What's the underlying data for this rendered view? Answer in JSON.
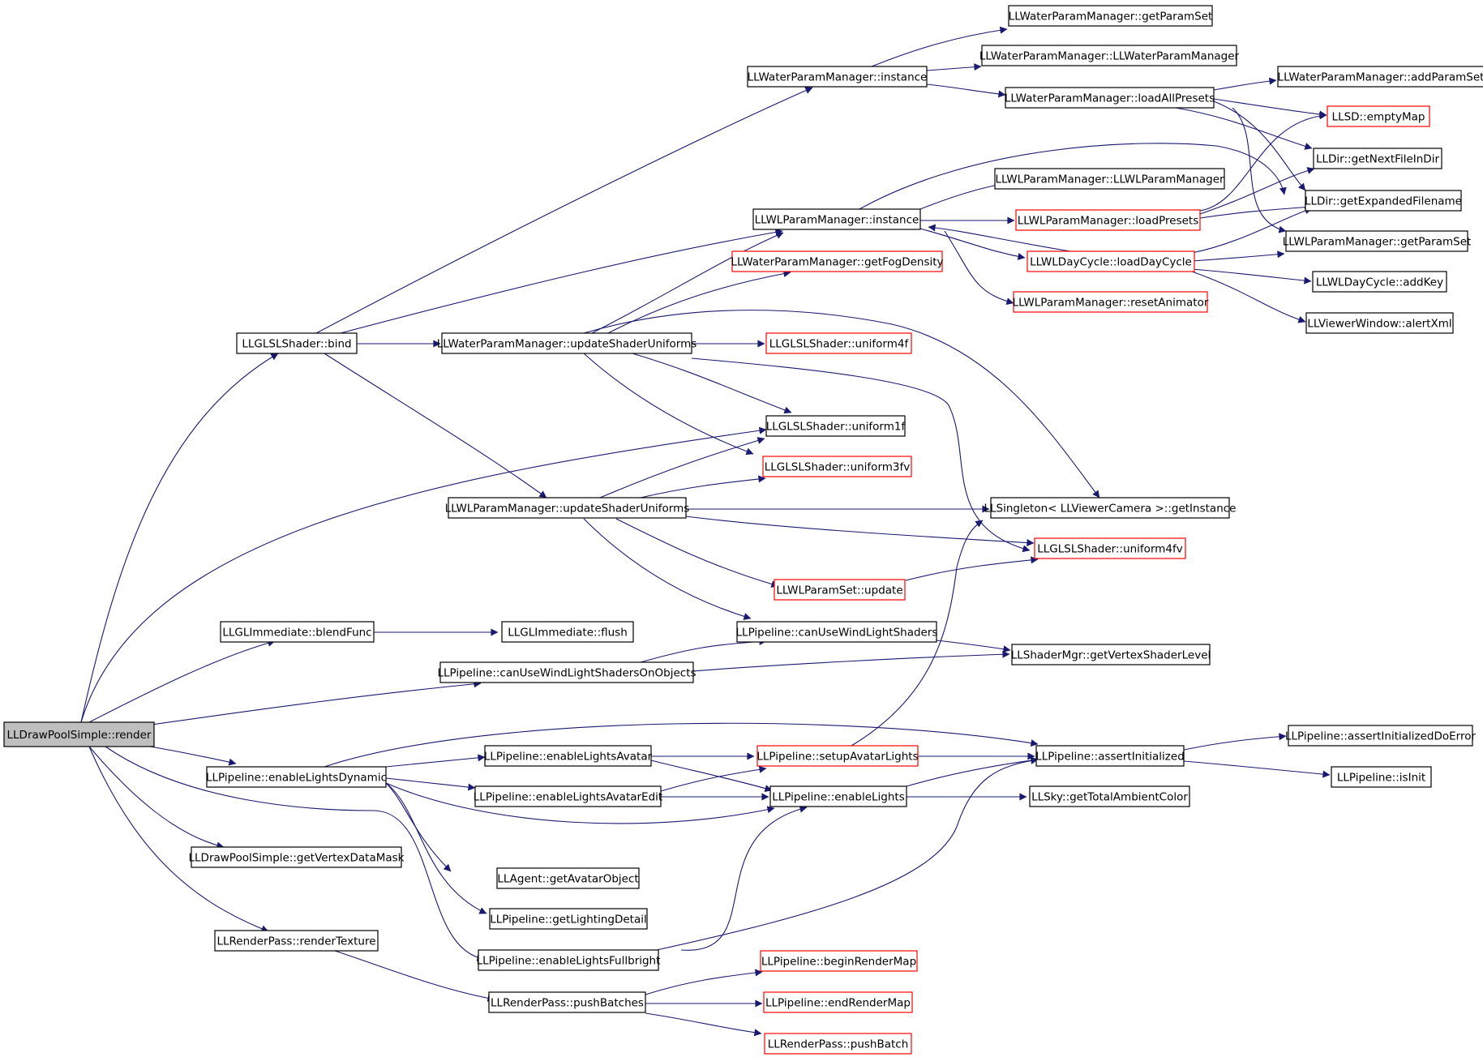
{
  "graph": {
    "colors": {
      "edge": "#191970",
      "root_fill": "#bfbfbf",
      "normal_border": "#000000",
      "red_border": "#ff0000"
    },
    "nodes": [
      {
        "id": "root",
        "label": "LLDrawPoolSimple::render",
        "style": "root"
      },
      {
        "id": "bind",
        "label": "LLGLSLShader::bind",
        "style": "normal"
      },
      {
        "id": "blend",
        "label": "LLGLImmediate::blendFunc",
        "style": "normal"
      },
      {
        "id": "canobj",
        "label": "LLPipeline::canUseWindLightShadersOnObjects",
        "style": "normal"
      },
      {
        "id": "eldyn",
        "label": "LLPipeline::enableLightsDynamic",
        "style": "normal"
      },
      {
        "id": "vdm",
        "label": "LLDrawPoolSimple::getVertexDataMask",
        "style": "normal"
      },
      {
        "id": "rtex",
        "label": "LLRenderPass::renderTexture",
        "style": "normal"
      },
      {
        "id": "wpm_inst",
        "label": "LLWaterParamManager::instance",
        "style": "normal"
      },
      {
        "id": "wl_inst",
        "label": "LLWLParamManager::instance",
        "style": "normal"
      },
      {
        "id": "wpm_fog",
        "label": "LLWaterParamManager::getFogDensity",
        "style": "red"
      },
      {
        "id": "wpm_usu",
        "label": "LLWaterParamManager::updateShaderUniforms",
        "style": "normal"
      },
      {
        "id": "wl_usu",
        "label": "LLWLParamManager::updateShaderUniforms",
        "style": "normal"
      },
      {
        "id": "flush",
        "label": "LLGLImmediate::flush",
        "style": "normal"
      },
      {
        "id": "elavatar",
        "label": "LLPipeline::enableLightsAvatar",
        "style": "normal"
      },
      {
        "id": "elavedit",
        "label": "LLPipeline::enableLightsAvatarEdit",
        "style": "normal"
      },
      {
        "id": "getavatar",
        "label": "LLAgent::getAvatarObject",
        "style": "normal"
      },
      {
        "id": "lightdet",
        "label": "LLPipeline::getLightingDetail",
        "style": "normal"
      },
      {
        "id": "elfull",
        "label": "LLPipeline::enableLightsFullbright",
        "style": "normal"
      },
      {
        "id": "pushb",
        "label": "LLRenderPass::pushBatches",
        "style": "normal"
      },
      {
        "id": "u4f",
        "label": "LLGLSLShader::uniform4f",
        "style": "red"
      },
      {
        "id": "u1f",
        "label": "LLGLSLShader::uniform1f",
        "style": "normal"
      },
      {
        "id": "u3fv",
        "label": "LLGLSLShader::uniform3fv",
        "style": "red"
      },
      {
        "id": "wlps_upd",
        "label": "LLWLParamSet::update",
        "style": "red"
      },
      {
        "id": "canwl",
        "label": "LLPipeline::canUseWindLightShaders",
        "style": "normal"
      },
      {
        "id": "setupav",
        "label": "LLPipeline::setupAvatarLights",
        "style": "red"
      },
      {
        "id": "ellights",
        "label": "LLPipeline::enableLights",
        "style": "normal"
      },
      {
        "id": "beginrm",
        "label": "LLPipeline::beginRenderMap",
        "style": "red"
      },
      {
        "id": "endrm",
        "label": "LLPipeline::endRenderMap",
        "style": "red"
      },
      {
        "id": "pushbatch",
        "label": "LLRenderPass::pushBatch",
        "style": "red"
      },
      {
        "id": "wpm_get",
        "label": "LLWaterParamManager::getParamSet",
        "style": "normal"
      },
      {
        "id": "wpm_ctor",
        "label": "LLWaterParamManager::LLWaterParamManager",
        "style": "normal"
      },
      {
        "id": "wpm_load",
        "label": "LLWaterParamManager::loadAllPresets",
        "style": "normal"
      },
      {
        "id": "wl_ctor",
        "label": "LLWLParamManager::LLWLParamManager",
        "style": "normal"
      },
      {
        "id": "wl_load",
        "label": "LLWLParamManager::loadPresets",
        "style": "red"
      },
      {
        "id": "wldc_load",
        "label": "LLWLDayCycle::loadDayCycle",
        "style": "red"
      },
      {
        "id": "wl_reset",
        "label": "LLWLParamManager::resetAnimator",
        "style": "red"
      },
      {
        "id": "singleton",
        "label": "LLSingleton< LLViewerCamera >::getInstance",
        "style": "normal"
      },
      {
        "id": "u4fv",
        "label": "LLGLSLShader::uniform4fv",
        "style": "red"
      },
      {
        "id": "vslevel",
        "label": "LLShaderMgr::getVertexShaderLevel",
        "style": "normal"
      },
      {
        "id": "assertinit",
        "label": "LLPipeline::assertInitialized",
        "style": "normal"
      },
      {
        "id": "skyamb",
        "label": "LLSky::getTotalAmbientColor",
        "style": "normal"
      },
      {
        "id": "wpm_add",
        "label": "LLWaterParamManager::addParamSet",
        "style": "normal"
      },
      {
        "id": "emptymap",
        "label": "LLSD::emptyMap",
        "style": "red"
      },
      {
        "id": "nextfile",
        "label": "LLDir::getNextFileInDir",
        "style": "normal"
      },
      {
        "id": "expfile",
        "label": "LLDir::getExpandedFilename",
        "style": "normal"
      },
      {
        "id": "wl_getps",
        "label": "LLWLParamManager::getParamSet",
        "style": "normal"
      },
      {
        "id": "dc_addkey",
        "label": "LLWLDayCycle::addKey",
        "style": "normal"
      },
      {
        "id": "alertxml",
        "label": "LLViewerWindow::alertXml",
        "style": "normal"
      },
      {
        "id": "assertdoerr",
        "label": "LLPipeline::assertInitializedDoError",
        "style": "normal"
      },
      {
        "id": "isinit",
        "label": "LLPipeline::isInit",
        "style": "normal"
      }
    ]
  }
}
